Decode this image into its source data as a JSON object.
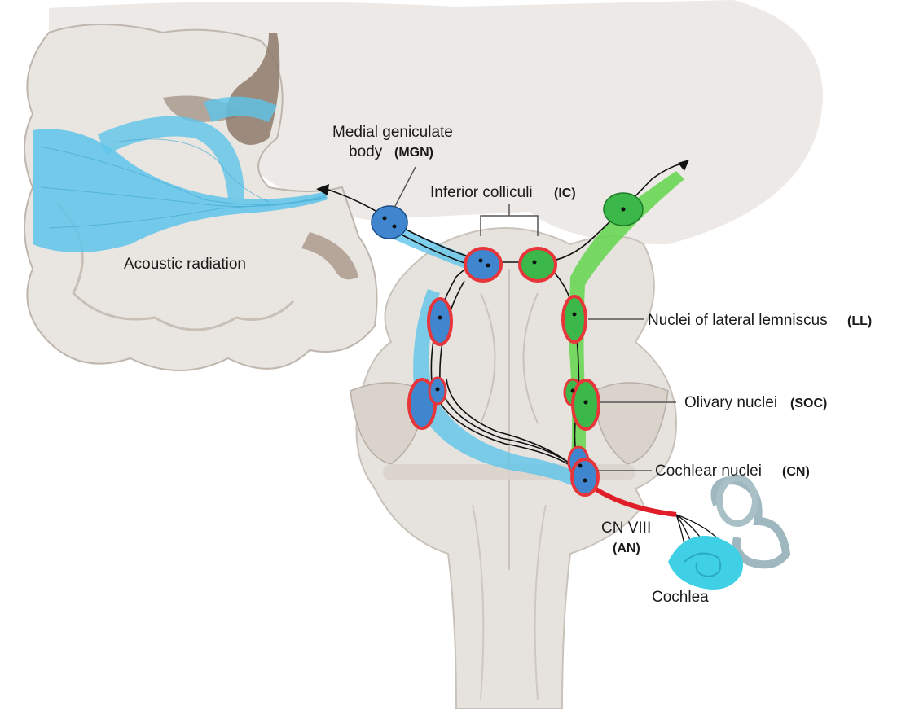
{
  "labels": {
    "mgn_line1": "Medial geniculate",
    "mgn_line2": "body",
    "mgn_abbr": "(MGN)",
    "ic": "Inferior colliculi",
    "ic_abbr": "(IC)",
    "acoustic_radiation": "Acoustic radiation",
    "ll": "Nuclei of lateral lemniscus",
    "ll_abbr": "(LL)",
    "soc": "Olivary nuclei",
    "soc_abbr": "(SOC)",
    "cn": "Cochlear nuclei",
    "cn_abbr": "(CN)",
    "cn8": "CN VIII",
    "an_abbr": "(AN)",
    "cochlea": "Cochlea"
  },
  "colors": {
    "tissue": "#e6e3df",
    "tissue_dark": "#cfc9c2",
    "sulcus": "#9a8878",
    "cortex_light": "#ece8e4",
    "blue_tract": "#5ec4ea",
    "blue_nucleus": "#3f86cf",
    "green_tract": "#62d64c",
    "green_nucleus": "#3cb84a",
    "red_outline": "#e8353a",
    "nerve_red": "#e01e2a",
    "cochlea": "#3fd0e6",
    "canals": "#9fb7bf"
  }
}
